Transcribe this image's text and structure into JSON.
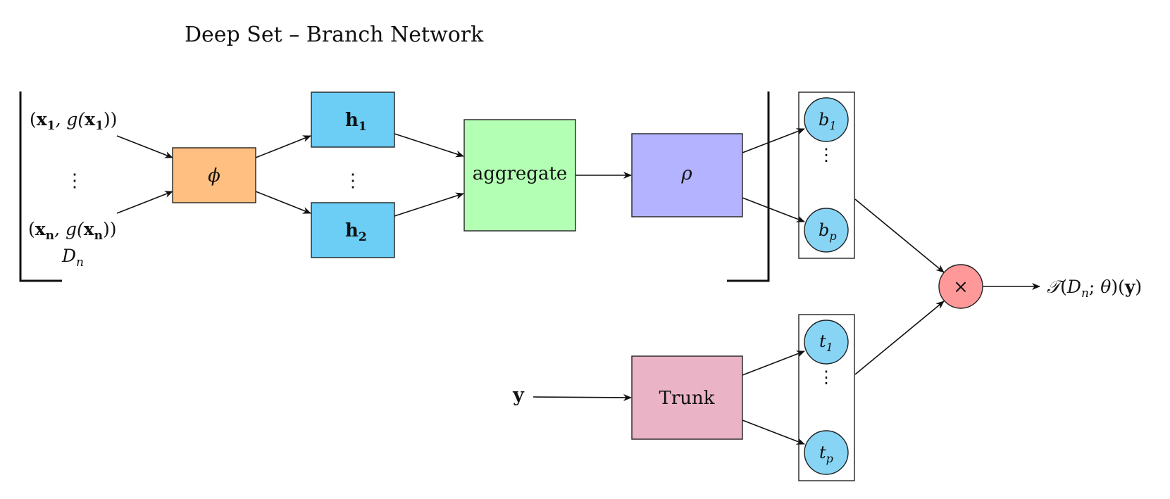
{
  "title": "Deep Set – Branch Network",
  "inputs": {
    "first": {
      "open": "(",
      "x": "x",
      "sub": "1",
      "mid": ", g(",
      "x2": "x",
      "sub2": "1",
      "close": "))"
    },
    "last": {
      "open": "(",
      "x": "x",
      "sub": "n",
      "mid": ", g(",
      "x2": "x",
      "sub2": "n",
      "close": "))"
    },
    "dataset": {
      "main": "D",
      "sub": "n"
    },
    "vdots": "⋮"
  },
  "nodes": {
    "phi": "ϕ",
    "h1": {
      "main": "h",
      "sub": "1"
    },
    "h2": {
      "main": "h",
      "sub": "2"
    },
    "h_vdots": "⋮",
    "aggregate": "aggregate",
    "rho": "ρ",
    "trunk": "Trunk",
    "y": "y",
    "multiply": "×"
  },
  "branch_outputs": {
    "b1": {
      "main": "b",
      "sub": "1"
    },
    "bp": {
      "main": "b",
      "sub": "p"
    },
    "vdots": "⋮"
  },
  "trunk_outputs": {
    "t1": {
      "main": "t",
      "sub": "1"
    },
    "tp": {
      "main": "t",
      "sub": "p"
    },
    "vdots": "⋮"
  },
  "output": {
    "op": "𝒯",
    "open": "(",
    "D": "D",
    "Dsub": "n",
    "sep": "; ",
    "theta": "θ",
    "close": ")(",
    "y": "y",
    "end": ")"
  },
  "colors": {
    "phi": "#FFBF80",
    "h": "#6CCDF5",
    "aggregate": "#B3FFB3",
    "rho": "#B3B3FF",
    "trunk": "#EBB3C6",
    "neuron": "#87D4F5",
    "multiply": "#FF9999"
  }
}
